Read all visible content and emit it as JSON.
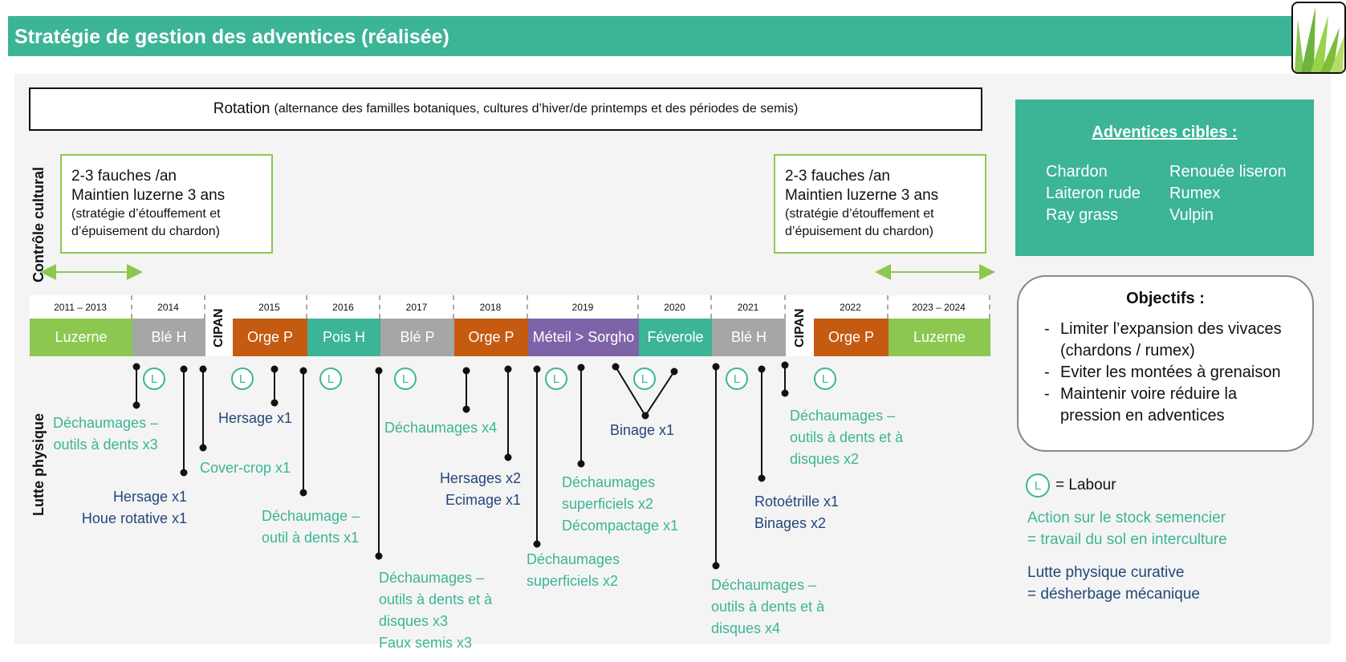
{
  "title": "Stratégie de gestion des adventices (réalisée)",
  "logo_icon": "grass-icon",
  "rotation": {
    "label": "Rotation",
    "detail": "(alternance des familles botaniques, cultures d’hiver/de printemps et des périodes de semis)"
  },
  "row_labels": {
    "cultural": "Contrôle cultural",
    "physical": "Lutte physique"
  },
  "cultural_boxes": [
    {
      "line1": "2-3 fauches /an",
      "line2": "Maintien luzerne 3 ans",
      "line3": "(stratégie d’étouffement et",
      "line4": "d’épuisement du chardon)"
    },
    {
      "line1": "2-3 fauches /an",
      "line2": "Maintien luzerne 3 ans",
      "line3": "(stratégie d’étouffement et",
      "line4": "d’épuisement du chardon)"
    }
  ],
  "timeline": {
    "years": [
      "2011 – 2013",
      "2014",
      "2015",
      "2016",
      "2017",
      "2018",
      "2019",
      "2020",
      "2021",
      "2022",
      "2023 – 2024"
    ],
    "crops": [
      "Luzerne",
      "Blé H",
      "Orge P",
      "Pois H",
      "Blé P",
      "Orge P",
      "Méteil > Sorgho",
      "Féverole",
      "Blé H",
      "Orge P",
      "Luzerne"
    ],
    "cipan": [
      "CIPAN",
      "CIPAN"
    ],
    "labour_marker": "L"
  },
  "colors": {
    "header": "#3cb496",
    "luzerne": "#8cc850",
    "ble": "#a6a6a6",
    "orge": "#c55a11",
    "pois": "#3cb496",
    "meteil": "#7f63a8",
    "feverole": "#3cb496",
    "seed_stock_text": "#3cb496",
    "curative_text": "#23467a"
  },
  "operations": {
    "o1": [
      "Déchaumages –",
      "outils à dents x3"
    ],
    "o2": [
      "Hersage x1",
      "Houe rotative x1"
    ],
    "o3": [
      "Cover-crop x1"
    ],
    "o4": [
      "Hersage x1"
    ],
    "o5": [
      "Déchaumage –",
      "outil à dents x1"
    ],
    "o6": [
      "Déchaumages –",
      "outils à dents et à",
      "disques x3",
      "Faux semis x3"
    ],
    "o7": [
      "Déchaumages x4"
    ],
    "o8": [
      "Hersages x2",
      "Ecimage x1"
    ],
    "o9": [
      "Déchaumages",
      "superficiels x2"
    ],
    "o10": [
      "Déchaumages",
      "superficiels x2",
      "Décompactage x1"
    ],
    "o11": [
      "Binage x1"
    ],
    "o12": [
      "Déchaumages –",
      "outils à dents et à",
      "disques x4"
    ],
    "o13": [
      "Rotoétrille x1",
      "Binages x2"
    ],
    "o14": [
      "Déchaumages –",
      "outils à dents et à",
      "disques x2"
    ]
  },
  "targets": {
    "title": "Adventices cibles :",
    "col1": [
      "Chardon",
      "Laiteron rude",
      "Ray grass"
    ],
    "col2": [
      "Renouée liseron",
      "Rumex",
      "Vulpin"
    ]
  },
  "objectives": {
    "title": "Objectifs :",
    "items": [
      "Limiter l’expansion des vivaces (chardons / rumex)",
      "Eviter les montées à grenaison",
      "Maintenir voire réduire la pression en adventices"
    ]
  },
  "legend": {
    "labour_symbol": "L",
    "labour_text": "= Labour",
    "seed_stock": [
      "Action sur le stock semencier",
      "= travail du sol en interculture"
    ],
    "curative": [
      "Lutte physique curative",
      "= désherbage mécanique"
    ]
  }
}
